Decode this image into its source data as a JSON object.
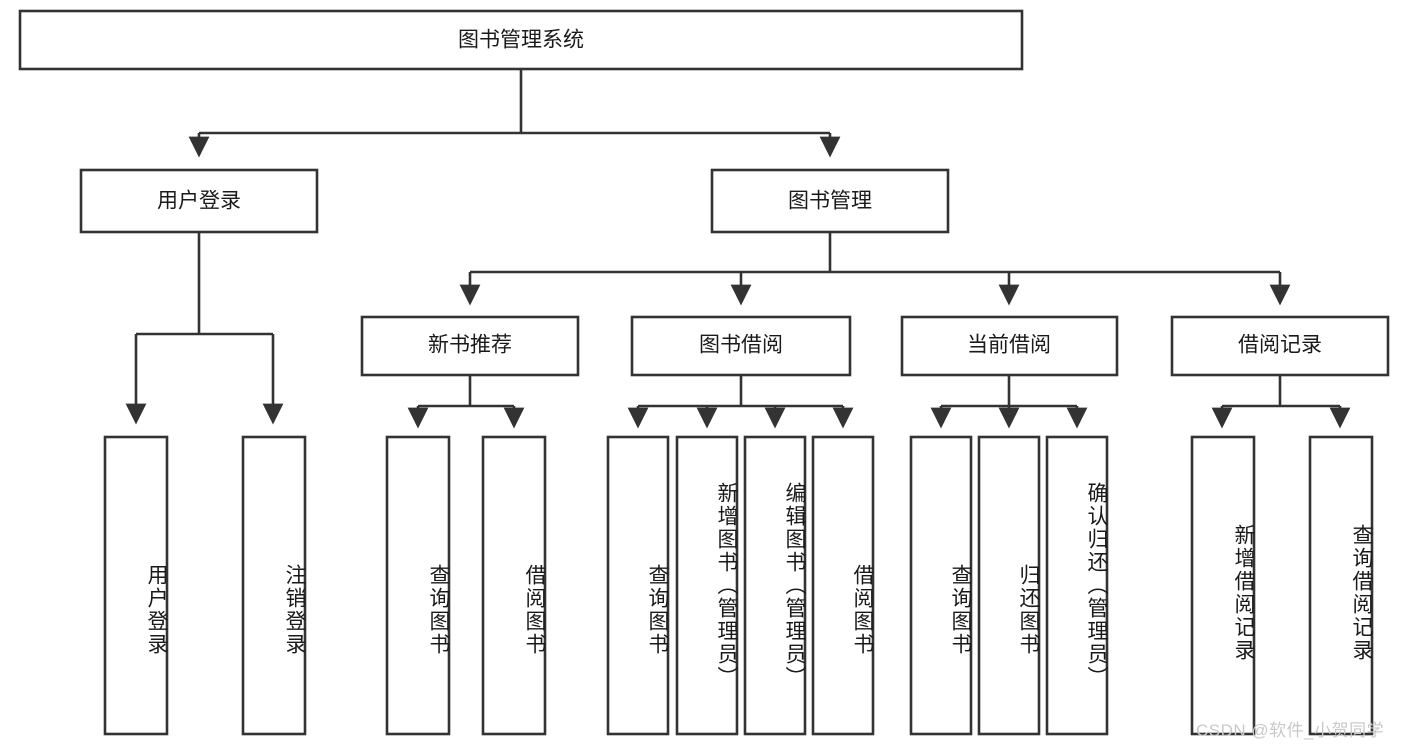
{
  "diagram": {
    "type": "tree-hierarchy",
    "title": "图书管理系统",
    "watermark": "CSDN @软件_小贺同学",
    "colors": {
      "box_stroke": "#333333",
      "box_fill": "#ffffff",
      "text": "#1a1a1a",
      "watermark": "#c9c9c9",
      "background": "#ffffff"
    },
    "levels": {
      "root": {
        "label": "图书管理系统"
      },
      "level2": [
        {
          "id": "user-login",
          "label": "用户登录"
        },
        {
          "id": "book-management",
          "label": "图书管理"
        }
      ],
      "level3": [
        {
          "id": "new-book-recommend",
          "label": "新书推荐",
          "parent": "book-management"
        },
        {
          "id": "book-borrow",
          "label": "图书借阅",
          "parent": "book-management"
        },
        {
          "id": "current-borrow",
          "label": "当前借阅",
          "parent": "book-management"
        },
        {
          "id": "borrow-record",
          "label": "借阅记录",
          "parent": "book-management"
        }
      ],
      "leaves": [
        {
          "id": "leaf-user-login",
          "label": "用户登录",
          "parent": "user-login"
        },
        {
          "id": "leaf-logout-login",
          "label": "注销登录",
          "parent": "user-login"
        },
        {
          "id": "leaf-query-book-1",
          "label": "查询图书",
          "parent": "new-book-recommend"
        },
        {
          "id": "leaf-borrow-book-1",
          "label": "借阅图书",
          "parent": "new-book-recommend"
        },
        {
          "id": "leaf-query-book-2",
          "label": "查询图书",
          "parent": "book-borrow"
        },
        {
          "id": "leaf-add-book",
          "label": "新增图书（管理员）",
          "parent": "book-borrow"
        },
        {
          "id": "leaf-edit-book",
          "label": "编辑图书（管理员）",
          "parent": "book-borrow"
        },
        {
          "id": "leaf-borrow-book-2",
          "label": "借阅图书",
          "parent": "book-borrow"
        },
        {
          "id": "leaf-query-book-3",
          "label": "查询图书",
          "parent": "current-borrow"
        },
        {
          "id": "leaf-return-book",
          "label": "归还图书",
          "parent": "current-borrow"
        },
        {
          "id": "leaf-confirm-return",
          "label": "确认归还（管理员）",
          "parent": "current-borrow"
        },
        {
          "id": "leaf-add-record",
          "label": "新增借阅记录",
          "parent": "borrow-record"
        },
        {
          "id": "leaf-query-record",
          "label": "查询借阅记录",
          "parent": "borrow-record"
        }
      ]
    }
  }
}
